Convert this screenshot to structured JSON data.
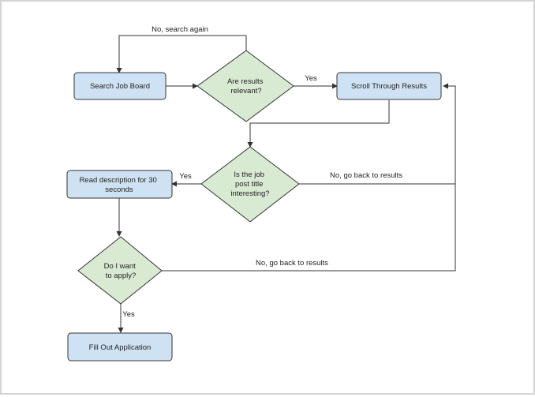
{
  "nodes": {
    "search_job_board": "Search Job Board",
    "results_relevant": [
      "Are results",
      "relevant?"
    ],
    "scroll_results": "Scroll Through Results",
    "title_interesting": [
      "Is the job",
      "post title",
      "interesting?"
    ],
    "read_description": [
      "Read description for 30",
      "seconds"
    ],
    "want_to_apply": [
      "Do I want",
      "to apply?"
    ],
    "fill_application": "Fill Out Application"
  },
  "edges": {
    "search_again": "No, search again",
    "relevant_yes": "Yes",
    "title_yes": "Yes",
    "title_no": "No, go back to results",
    "apply_no": "No, go back to results",
    "apply_yes": "Yes"
  },
  "colors": {
    "process_fill": "#cfe2f3",
    "decision_fill": "#d9ead3",
    "stroke": "#333333"
  }
}
